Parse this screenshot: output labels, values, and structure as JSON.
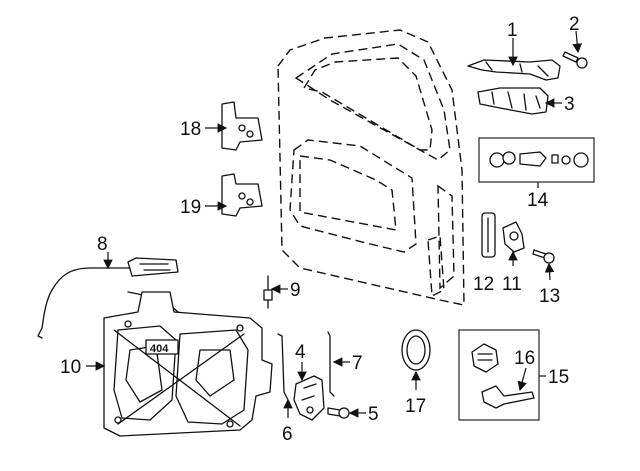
{
  "callouts": {
    "c1": "1",
    "c2": "2",
    "c3": "3",
    "c4": "4",
    "c5": "5",
    "c6": "6",
    "c7": "7",
    "c8": "8",
    "c9": "9",
    "c10": "10",
    "c11": "11",
    "c12": "12",
    "c13": "13",
    "c14": "14",
    "c15": "15",
    "c16": "16",
    "c17": "17",
    "c18": "18",
    "c19": "19"
  },
  "parts": [
    "door-shell",
    "outside-handle",
    "handle-screw",
    "handle-bracket",
    "lock-cylinder-kit",
    "latch",
    "latch-screw",
    "lock-rod",
    "actuator-rod",
    "inside-handle",
    "handle-cable",
    "rod",
    "window-regulator",
    "weatherstrip",
    "striker",
    "striker-screw",
    "plug",
    "key-set",
    "upper-hinge",
    "lower-hinge"
  ],
  "regulator_emblem": "404"
}
